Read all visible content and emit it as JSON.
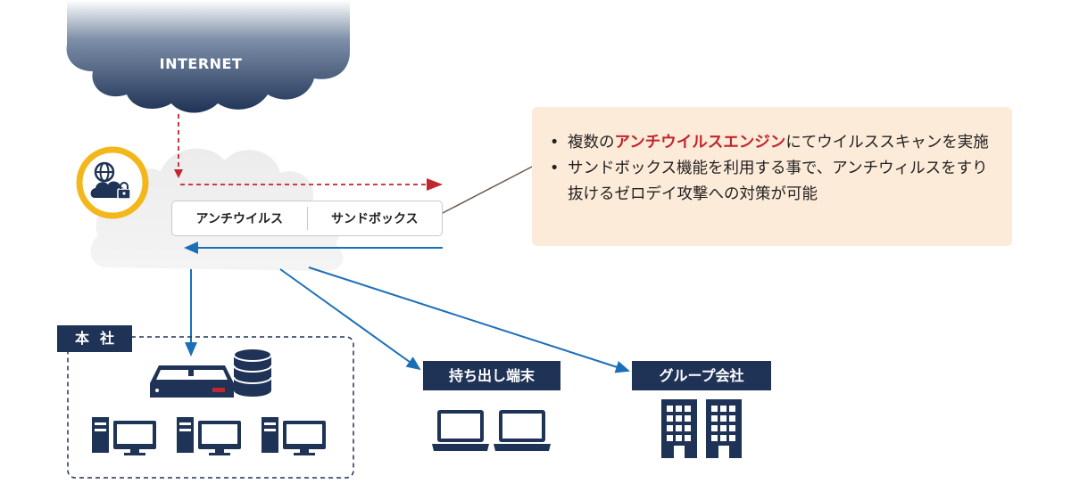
{
  "internet": {
    "label": "INTERNET"
  },
  "services": {
    "antivirus": "アンチウイルス",
    "sandbox": "サンドボックス"
  },
  "info": {
    "bullet1": {
      "pre": "複数の",
      "highlight": "アンチウイルスエンジン",
      "post": "にてウイルススキャンを実施"
    },
    "bullet2": "サンドボックス機能を利用する事で、アンチウィルスをすり抜けるゼロデイ攻撃への対策が可能",
    "bullet_mark": "•"
  },
  "locations": {
    "hq": "本社",
    "mobile": "持ち出し端末",
    "group": "グループ会社"
  },
  "colors": {
    "navy": "#1f3356",
    "alert_red": "#c0262d",
    "flow_blue": "#1a6fb9",
    "badge_yellow": "#f2b81b",
    "info_bg": "#fdebd9"
  },
  "icons": [
    "globe-cloud-lock-icon",
    "appliance-icon",
    "database-icon",
    "desktop-pc-icon",
    "laptop-icon",
    "office-building-icon"
  ]
}
